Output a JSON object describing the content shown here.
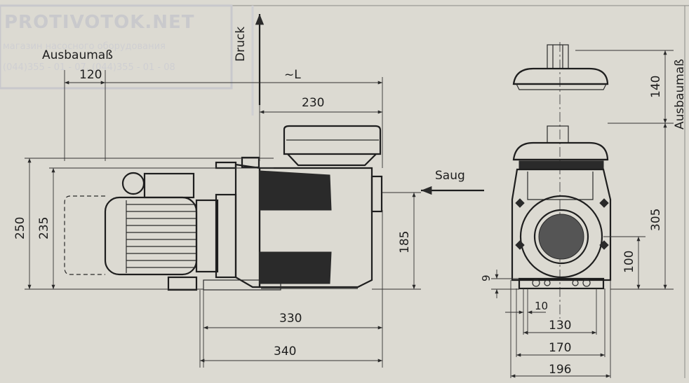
{
  "watermark": {
    "brand": "PROTIVOTOK.NET",
    "line1": "магазин насосного оборудования",
    "phones": "(044)355 - 01 - 07, (044)355 - 01 - 08"
  },
  "labels": {
    "ausbaumass_left": "Ausbaumaß",
    "ausbaumass_right": "Ausbaumaß",
    "druck": "Druck",
    "saug": "Saug",
    "length_marker": "~L"
  },
  "dimensions": {
    "d120": "120",
    "d230": "230",
    "d250": "250",
    "d235": "235",
    "d185": "185",
    "d330": "330",
    "d340": "340",
    "d140": "140",
    "d305": "305",
    "d100": "100",
    "d9": "9",
    "d10": "10",
    "d130": "130",
    "d170": "170",
    "d196": "196"
  }
}
